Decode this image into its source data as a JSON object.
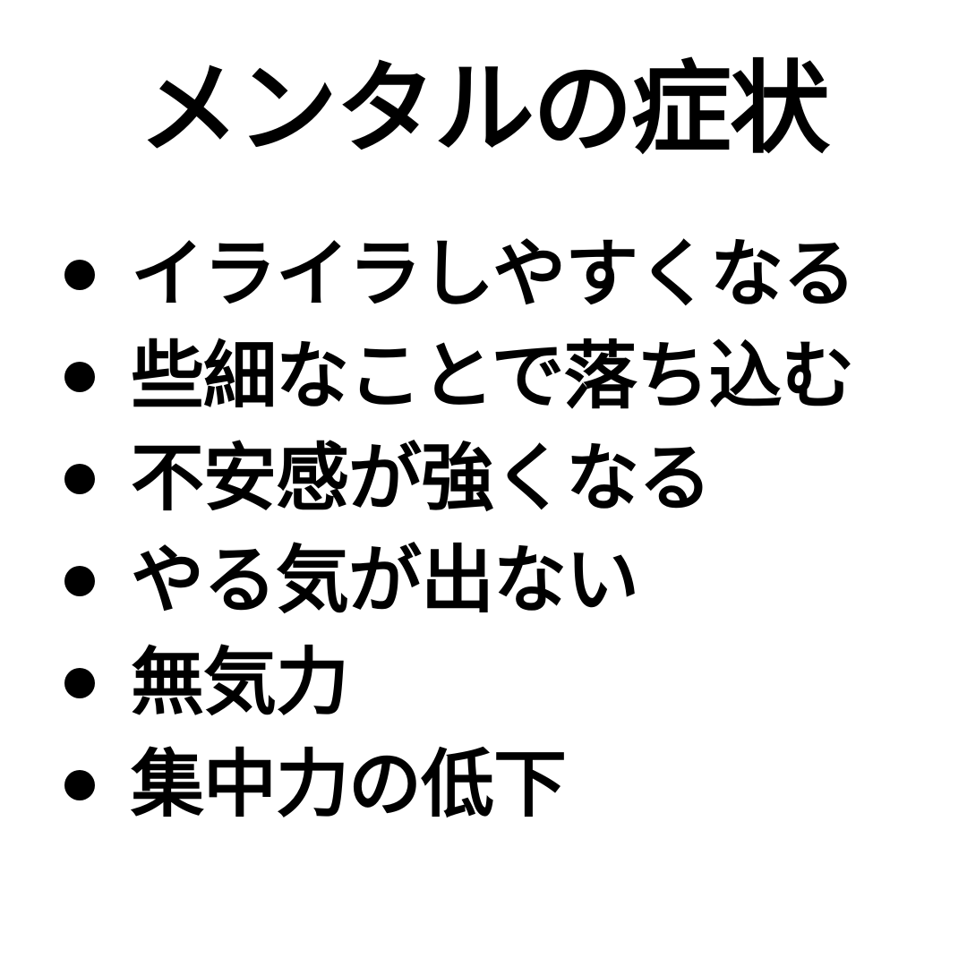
{
  "title": "メンタルの症状",
  "colors": {
    "background": "#ffffff",
    "text": "#000000"
  },
  "bullet_icon": "filled-circle",
  "items": [
    {
      "label": "イライラしやすくなる"
    },
    {
      "label": "些細なことで落ち込む"
    },
    {
      "label": "不安感が強くなる"
    },
    {
      "label": "やる気が出ない"
    },
    {
      "label": "無気力"
    },
    {
      "label": "集中力の低下"
    }
  ]
}
